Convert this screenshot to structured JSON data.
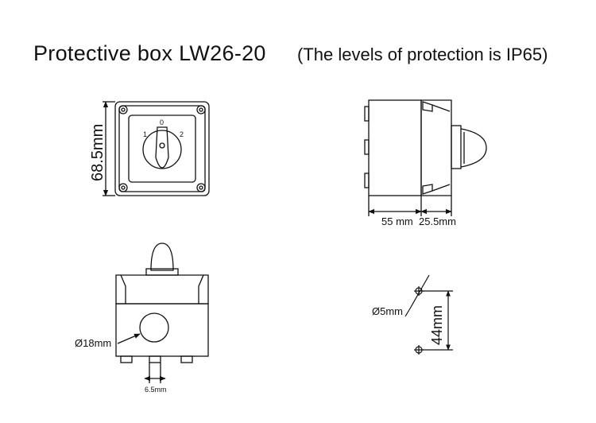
{
  "header": {
    "title": "Protective box   LW26-20",
    "subtitle": "(The levels of protection is IP65)"
  },
  "front_view": {
    "height_dim": "68.5mm",
    "switch_positions": [
      "1",
      "0",
      "2"
    ]
  },
  "side_view": {
    "depth_dim_1": "55 mm",
    "depth_dim_2": "25.5mm"
  },
  "bottom_view": {
    "hole_dim": "Ø18mm",
    "foot_dim": "6.5mm"
  },
  "mounting_view": {
    "hole_dim": "Ø5mm",
    "spacing_dim": "44mm"
  }
}
